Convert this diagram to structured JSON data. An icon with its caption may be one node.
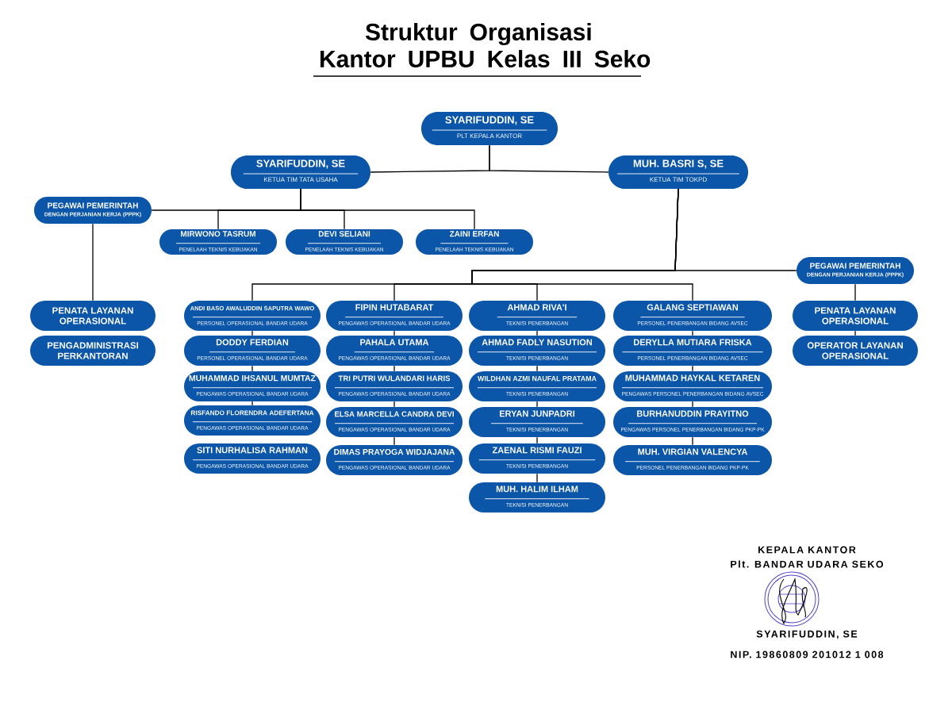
{
  "diagram": {
    "title": "Struktur Organisasi Kantor UPBU Kelas III Seko",
    "nodes": [
      {
        "text": [
          "SYARIFUDDIN, SE",
          "PLT KEPALA KANTOR"
        ]
      },
      {
        "text": [
          "SYARIFUDDIN, SE",
          "KETUA TIM TATA USAHA"
        ]
      },
      {
        "text": [
          "MUH. BASRI S, SE",
          "KETUA TIM TOKPD"
        ]
      },
      {
        "text": [
          "PEGAWAI PEMERINTAH",
          "DENGAN PERJANIAN KERJA (PPPK)"
        ]
      },
      {
        "text": [
          "MIRWONO TASRUM",
          "PENELAAH TEKNIS KEBIJAKAN"
        ]
      },
      {
        "text": [
          "DEVI SELIANI",
          "PENELAAH TEKNIS KEBIJAKAN"
        ]
      },
      {
        "text": [
          "ZAINI ERFAN",
          "PENELAAH TEKNIS KEBIJAKAN"
        ]
      },
      {
        "text": [
          "PEGAWAI PEMERINTAH",
          "DENGAN PERJANIAN KERJA (PPPK)"
        ]
      },
      {
        "text": [
          "PENATA LAYANAN OPERASIONAL"
        ]
      },
      {
        "text": [
          "PENGADMINISTRASI PERKANTORAN"
        ]
      },
      {
        "text": [
          "ANDI BASO AWALUDDIN SAPUTRA WAWO",
          "PERSONEL OPERASIONAL BANDAR UDARA"
        ]
      },
      {
        "text": [
          "DODDY FERDIAN",
          "PERSONEL OPERASIONAL BANDAR UDARA"
        ]
      },
      {
        "text": [
          "MUHAMMAD IHSANUL MUMTAZ",
          "PENGAWAS OPERASIONAL BANDAR UDARA"
        ]
      },
      {
        "text": [
          "RISFANDO FLORENDRA ADEFERTANA",
          "PENGAWAS OPERASIONAL BANDAR UDARA"
        ]
      },
      {
        "text": [
          "SITI NURHALISA RAHMAN",
          "PENGAWAS OPERASIONAL BANDAR UDARA"
        ]
      },
      {
        "text": [
          "FIPIN HUTABARAT",
          "PENGAWAS OPERASIONAL BANDAR UDARA"
        ]
      },
      {
        "text": [
          "PAHALA UTAMA",
          "PENGAWAS OPERASIONAL BANDAR UDARA"
        ]
      },
      {
        "text": [
          "TRI PUTRI WULANDARI HARIS",
          "PENGAWAS OPERASIONAL BANDAR UDARA"
        ]
      },
      {
        "text": [
          "ELSA MARCELLA CANDRA DEVI",
          "PENGAWAS OPERASIONAL BANDAR UDARA"
        ]
      },
      {
        "text": [
          "DIMAS PRAYOGA WIDJAJANA",
          "PENGAWAS OPERASIONAL BANDAR UDARA"
        ]
      },
      {
        "text": [
          "AHMAD RIVA'I",
          "TEKNISI PENERBANGAN"
        ]
      },
      {
        "text": [
          "AHMAD FADLY NASUTION",
          "TEKNISI PENERBANGAN"
        ]
      },
      {
        "text": [
          "WILDHAN AZMI NAUFAL PRATAMA",
          "TEKNISI PENERBANGAN"
        ]
      },
      {
        "text": [
          "ERYAN JUNPADRI",
          "TEKNISI PENERBANGAN"
        ]
      },
      {
        "text": [
          "ZAENAL RISMI FAUZI",
          "TEKNISI PENERBANGAN"
        ]
      },
      {
        "text": [
          "MUH. HALIM ILHAM",
          "TEKNISI PENERBANGAN"
        ]
      },
      {
        "text": [
          "GALANG SEPTIAWAN",
          "PERSONEL PENERBANGAN BIDANG AVSEC"
        ]
      },
      {
        "text": [
          "DERYLLA MUTIARA FRISKA",
          "PERSONEL PENERBANGAN BIDANG AVSEC"
        ]
      },
      {
        "text": [
          "MUHAMMAD HAYKAL KETAREN",
          "PENGAWAS PERSONEL PENERBANGAN BIDANG AVSEC"
        ]
      },
      {
        "text": [
          "BURHANUDDIN PRAYITNO",
          "PENGAWAS PERSONEL PENERBANGAN BIDANG PKP-PK"
        ]
      },
      {
        "text": [
          "MUH. VIRGIAN VALENCYA",
          "PERSONEL PENERBANGAN BIDANG PKP-PK"
        ]
      },
      {
        "text": [
          "PENATA LAYANAN OPERASIONAL"
        ]
      },
      {
        "text": [
          "OPERATOR LAYANAN OPERASIONAL"
        ]
      }
    ],
    "edges": [
      {
        "from": 0,
        "to": 1,
        "arrow": "none"
      },
      {
        "from": 0,
        "to": 2,
        "arrow": "none"
      },
      {
        "from": 1,
        "to": 3,
        "arrow": "none"
      },
      {
        "from": 1,
        "to": 4,
        "arrow": "none"
      },
      {
        "from": 1,
        "to": 5,
        "arrow": "none"
      },
      {
        "from": 1,
        "to": 6,
        "arrow": "none"
      },
      {
        "from": 2,
        "to": 7,
        "arrow": "none"
      },
      {
        "from": 2,
        "to": 10,
        "arrow": "none"
      },
      {
        "from": 2,
        "to": 15,
        "arrow": "none"
      },
      {
        "from": 2,
        "to": 20,
        "arrow": "none"
      },
      {
        "from": 2,
        "to": 26,
        "arrow": "none"
      },
      {
        "from": 3,
        "to": 8,
        "arrow": "none"
      },
      {
        "from": 10,
        "to": 11,
        "arrow": "none"
      },
      {
        "from": 11,
        "to": 12,
        "arrow": "none"
      },
      {
        "from": 12,
        "to": 13,
        "arrow": "none"
      },
      {
        "from": 15,
        "to": 16,
        "arrow": "none"
      },
      {
        "from": 16,
        "to": 17,
        "arrow": "none"
      },
      {
        "from": 17,
        "to": 18,
        "arrow": "none"
      },
      {
        "from": 18,
        "to": 19,
        "arrow": "none"
      },
      {
        "from": 20,
        "to": 21,
        "arrow": "none"
      },
      {
        "from": 21,
        "to": 22,
        "arrow": "none"
      },
      {
        "from": 22,
        "to": 23,
        "arrow": "none"
      },
      {
        "from": 23,
        "to": 24,
        "arrow": "none"
      },
      {
        "from": 24,
        "to": 25,
        "arrow": "none"
      },
      {
        "from": 26,
        "to": 27,
        "arrow": "none"
      },
      {
        "from": 27,
        "to": 28,
        "arrow": "none"
      },
      {
        "from": 28,
        "to": 29,
        "arrow": "none"
      },
      {
        "from": 29,
        "to": 30,
        "arrow": "none"
      },
      {
        "from": 7,
        "to": 31,
        "arrow": "none"
      },
      {
        "from": 31,
        "to": 32,
        "arrow": "none"
      }
    ],
    "labels": [
      "KEPALA KANTOR",
      "Plt. BANDAR UDARA SEKO",
      "SYARIFUDDIN, SE",
      "NIP. 19860809 201012 1 008"
    ]
  }
}
